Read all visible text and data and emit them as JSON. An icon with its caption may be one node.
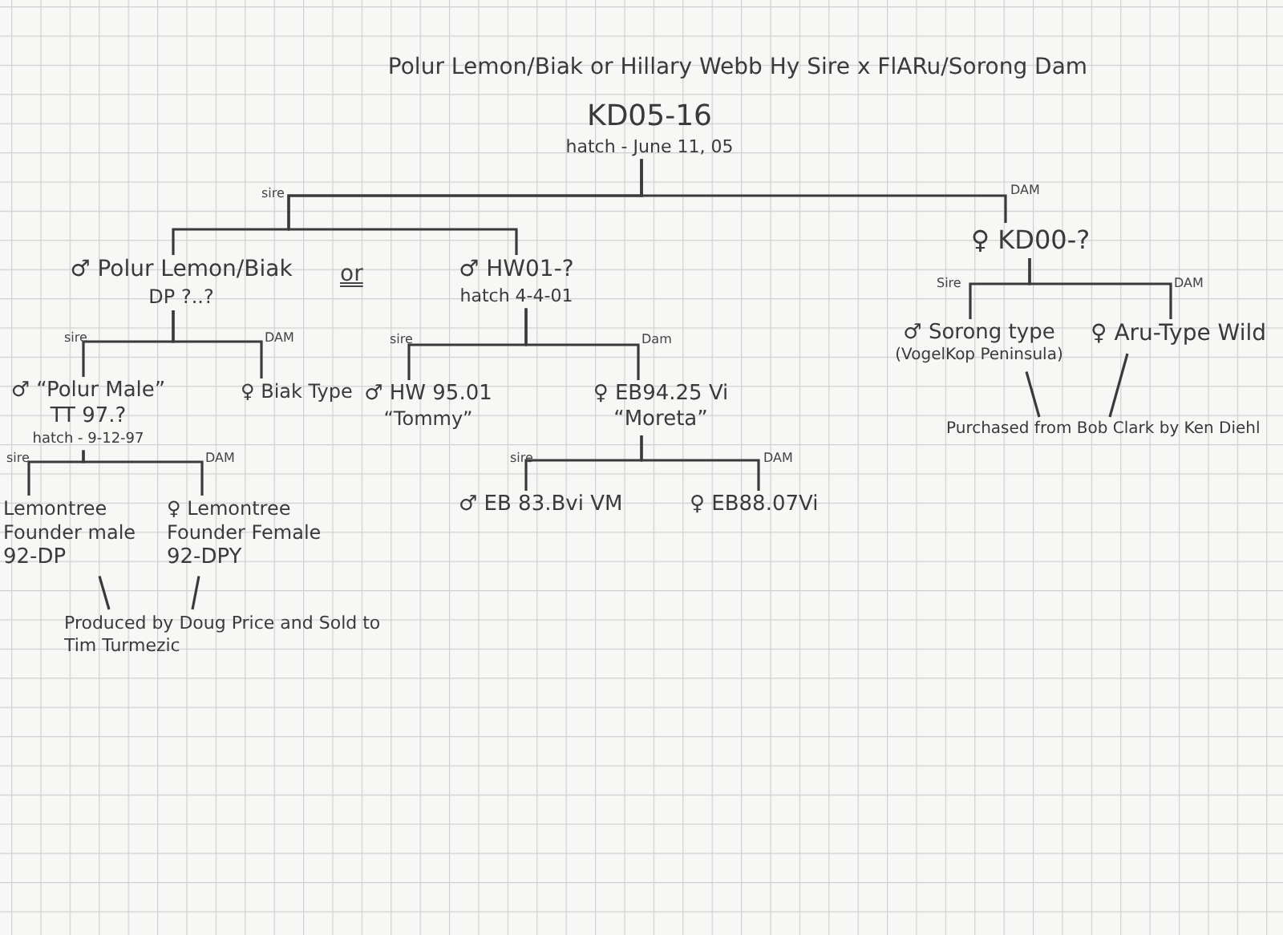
{
  "diagram": {
    "title": "Polur Lemon/Biak or Hillary Webb Hy Sire x FlARu/Sorong Dam",
    "nodes": [
      {
        "text": [
          "KD05-16",
          "hatch - June 11, 05"
        ]
      },
      {
        "text": [
          "♂ Polur Lemon/Biak",
          "DP ?..?"
        ]
      },
      {
        "text": [
          "♂ HW01-?",
          "hatch 4-4-01"
        ]
      },
      {
        "text": [
          "♀ KD00-?"
        ]
      },
      {
        "text": [
          "♂ “Polur Male”",
          "TT 97.?",
          "hatch - 9-12-97"
        ]
      },
      {
        "text": [
          "♀ Biak Type"
        ]
      },
      {
        "text": [
          "♂ HW 95.01",
          "“Tommy”"
        ]
      },
      {
        "text": [
          "♀ EB94.25 Vi",
          "“Moreta”"
        ]
      },
      {
        "text": [
          "♂ Sorong type",
          "(VogelKop Peninsula)"
        ]
      },
      {
        "text": [
          "♀ Aru-Type Wild"
        ]
      },
      {
        "text": [
          "Lemontree Founder male",
          "92-DP"
        ]
      },
      {
        "text": [
          "♀ Lemontree Founder Female",
          "92-DPY"
        ]
      },
      {
        "text": [
          "♂ EB 83.Bvi VM"
        ]
      },
      {
        "text": [
          "♀ EB88.07Vi"
        ]
      },
      {
        "text": [
          "Produced by Doug Price and Sold to Tim Turmezic"
        ]
      },
      {
        "text": [
          "Purchased from Bob Clark by Ken Diehl"
        ]
      }
    ],
    "edges": [
      {
        "from": 0,
        "to": 1,
        "arrow": "none"
      },
      {
        "from": 0,
        "to": 2,
        "arrow": "none"
      },
      {
        "from": 0,
        "to": 3,
        "arrow": "none"
      },
      {
        "from": 3,
        "to": 8,
        "arrow": "none"
      },
      {
        "from": 3,
        "to": 9,
        "arrow": "none"
      },
      {
        "from": 1,
        "to": 4,
        "arrow": "none"
      },
      {
        "from": 1,
        "to": 5,
        "arrow": "none"
      },
      {
        "from": 2,
        "to": 6,
        "arrow": "none"
      },
      {
        "from": 2,
        "to": 7,
        "arrow": "none"
      },
      {
        "from": 7,
        "to": 12,
        "arrow": "none"
      },
      {
        "from": 7,
        "to": 13,
        "arrow": "none"
      },
      {
        "from": 4,
        "to": 10,
        "arrow": "none"
      },
      {
        "from": 4,
        "to": 11,
        "arrow": "none"
      },
      {
        "from": 15,
        "to": 8,
        "arrow": "none"
      },
      {
        "from": 15,
        "to": 9,
        "arrow": "none"
      },
      {
        "from": 14,
        "to": 10,
        "arrow": "none"
      },
      {
        "from": 14,
        "to": 11,
        "arrow": "none"
      }
    ],
    "labels": [
      "sire",
      "DAM",
      "or",
      "Sire",
      "DAM",
      "sire",
      "DAM",
      "sire",
      "Dam",
      "sire",
      "DAM",
      "sire",
      "DAM"
    ]
  }
}
